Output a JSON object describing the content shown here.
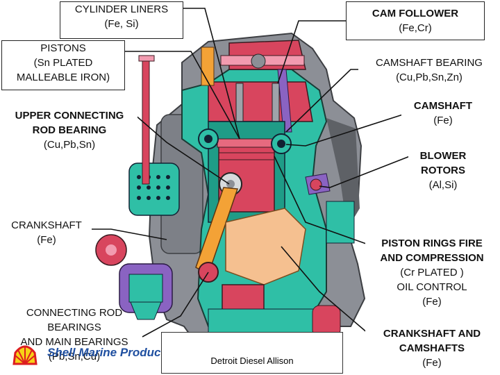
{
  "labels": {
    "cylinder_liners": {
      "title": "CYLINDER LINERS",
      "material": "(Fe, Si)"
    },
    "pistons": {
      "title": "PISTONS",
      "material_line1": "(Sn PLATED",
      "material_line2": "MALLEABLE IRON)"
    },
    "upper_conrod_bearing": {
      "title_line1": "UPPER CONNECTING",
      "title_line2": "ROD BEARING",
      "material": "(Cu,Pb,Sn)"
    },
    "crankshaft": {
      "title": "CRANKSHAFT",
      "material": "(Fe)"
    },
    "conrod_main_bearings": {
      "title_line1": "CONNECTING ROD",
      "title_line2": "BEARINGS",
      "title_line3": "AND MAIN BEARINGS",
      "material": "(Pb,Sn,Cu)"
    },
    "cam_follower": {
      "title": "CAM FOLLOWER",
      "material": "(Fe,Cr)"
    },
    "camshaft_bearing": {
      "title": "CAMSHAFT BEARING",
      "material": "(Cu,Pb,Sn,Zn)"
    },
    "camshaft": {
      "title": "CAMSHAFT",
      "material": "(Fe)"
    },
    "blower_rotors": {
      "title_line1": "BLOWER",
      "title_line2": "ROTORS",
      "material": "(Al,Si)"
    },
    "piston_rings": {
      "title_line1": "PISTON RINGS FIRE",
      "title_line2": "AND COMPRESSION",
      "line3": "(Cr PLATED )",
      "line4": "OIL CONTROL",
      "material": "(Fe)"
    },
    "crankshaft_camshafts": {
      "title_line1": "CRANKSHAFT AND",
      "title_line2": "CAMSHAFTS",
      "material": "(Fe)"
    }
  },
  "caption": "Detroit Diesel Allison",
  "logo_text": "Shell Marine Products",
  "colors": {
    "engine_body": "#8c8f96",
    "engine_dark": "#4f5257",
    "teal": "#2fbfa6",
    "red": "#d8455e",
    "pink": "#f29bb0",
    "orange": "#f3a236",
    "peach": "#f5c090",
    "purple": "#8a63c2",
    "blue": "#4a8de8",
    "shell_yellow": "#f7d117",
    "shell_red": "#dd1d21",
    "logo_blue": "#1f4fa0"
  }
}
